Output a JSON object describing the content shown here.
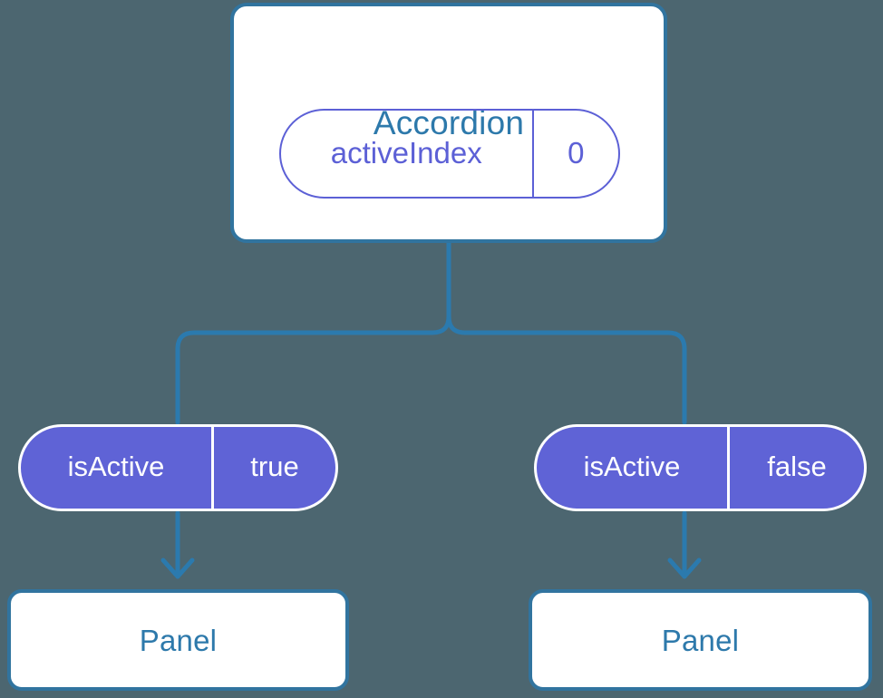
{
  "canvas": {
    "background_color": "#4c6670",
    "connector_color": "#2b7aae",
    "card_border_color": "#31749f",
    "title_color": "#2d79ab",
    "pill_outline_color": "#5c60d6",
    "pill_fill_color": "#5f63d6",
    "pill_fill_text_color": "#ffffff"
  },
  "diagram": {
    "type": "component-tree",
    "root": {
      "title": "Accordion",
      "state_pill": {
        "key": "activeIndex",
        "value": "0"
      }
    },
    "branches": [
      {
        "side": "left",
        "prop_pill": {
          "key": "isActive",
          "value": "true"
        },
        "child": {
          "title": "Panel"
        }
      },
      {
        "side": "right",
        "prop_pill": {
          "key": "isActive",
          "value": "false"
        },
        "child": {
          "title": "Panel"
        }
      }
    ]
  }
}
